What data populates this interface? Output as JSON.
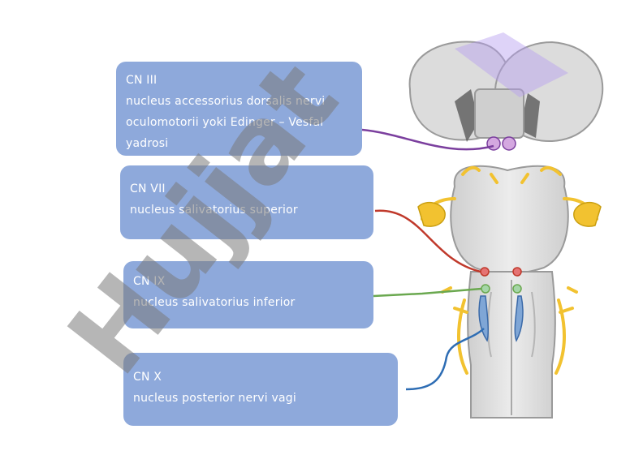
{
  "labels": {
    "cn3": {
      "title": "CN III",
      "lines": [
        "nucleus accessorius dorsalis nervi",
        "oculomotorii yoki Edinger – Vesfal",
        "yadrosi"
      ]
    },
    "cn7": {
      "title": "CN VII",
      "lines": [
        "nucleus salivatorius superior"
      ]
    },
    "cn9": {
      "title": "CN IX",
      "lines": [
        "nucleus salivatorius inferior"
      ]
    },
    "cn10": {
      "title": "CN X",
      "lines": [
        "nucleus posterior nervi vagi"
      ]
    }
  },
  "watermark": {
    "text": "Hujjat"
  },
  "colors": {
    "box": "#8ea9db",
    "cn3_line": "#7b3f9e",
    "cn7_line": "#c0392b",
    "cn9_line": "#6aa84f",
    "cn10_line": "#2e6db4",
    "nerve": "#f2c230",
    "brainstem": "#d9d9d9"
  }
}
